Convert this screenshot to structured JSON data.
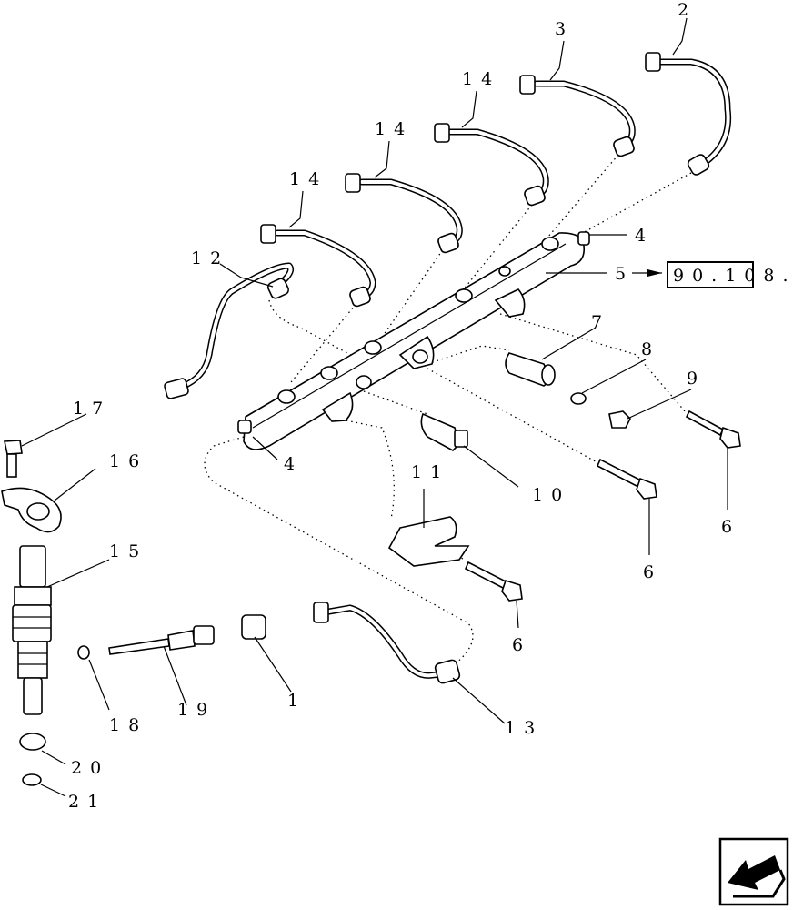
{
  "diagram": {
    "callouts": {
      "c2": "2",
      "c3": "3",
      "c14a": "14",
      "c14b": "14",
      "c14c": "14",
      "c12": "12",
      "c4a": "4",
      "c4b": "4",
      "c5": "5",
      "c7": "7",
      "c8": "8",
      "c9": "9",
      "c10": "10",
      "c11": "11",
      "c6a": "6",
      "c6b": "6",
      "c6c": "6",
      "c17": "17",
      "c16": "16",
      "c15": "15",
      "c18": "18",
      "c19": "19",
      "c1": "1",
      "c13": "13",
      "c20": "20",
      "c21": "21"
    },
    "reference": "90.108.",
    "nav_icon": "next-page-arrow-icon"
  }
}
